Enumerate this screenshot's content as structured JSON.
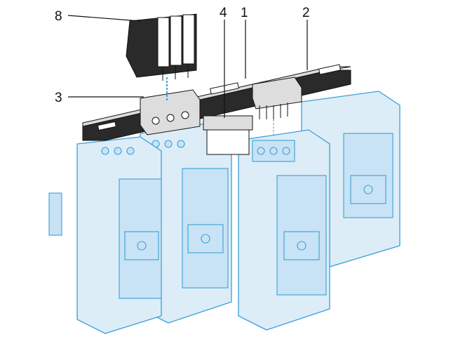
{
  "diagram": {
    "callouts": [
      {
        "id": "label-8",
        "text": "8"
      },
      {
        "id": "label-4",
        "text": "4"
      },
      {
        "id": "label-1",
        "text": "1"
      },
      {
        "id": "label-2",
        "text": "2"
      },
      {
        "id": "label-3",
        "text": "3"
      }
    ],
    "colors": {
      "starter": "#3c9fd6",
      "busbar": "#2a2a2a"
    }
  }
}
